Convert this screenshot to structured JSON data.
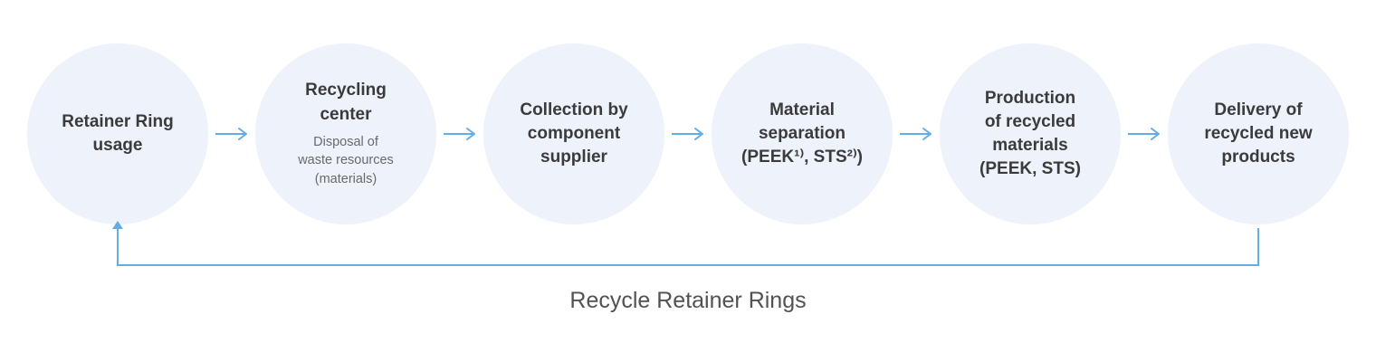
{
  "diagram": {
    "steps": [
      {
        "title": "Retainer Ring\nusage"
      },
      {
        "title": "Recycling\ncenter",
        "subtitle": "Disposal of\nwaste resources\n(materials)"
      },
      {
        "title": "Collection by\ncomponent\nsupplier"
      },
      {
        "title": "Material\nseparation\n(PEEK¹⁾, STS²⁾)"
      },
      {
        "title": "Production\nof recycled\nmaterials\n(PEEK, STS)"
      },
      {
        "title": "Delivery of\nrecycled new\nproducts"
      }
    ],
    "loop_label": "Recycle Retainer Rings",
    "colors": {
      "circle_fill": "#EDF2FB",
      "arrow": "#64ACE4",
      "title_text": "#3B3B3B",
      "subtitle_text": "#6A6A6A",
      "loop_label_text": "#525252"
    }
  }
}
